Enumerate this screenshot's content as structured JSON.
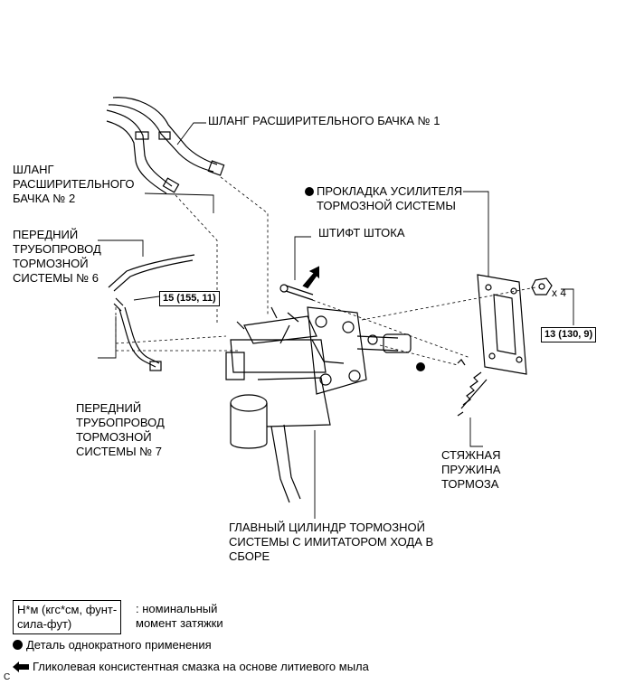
{
  "labels": {
    "hose1": "ШЛАНГ РАСШИРИТЕЛЬНОГО БАЧКА № 1",
    "hose2": "ШЛАНГ\nРАСШИРИТЕЛЬНОГО\nБАЧКА № 2",
    "gasket": "ПРОКЛАДКА УСИЛИТЕЛЯ\nТОРМОЗНОЙ СИСТЕМЫ",
    "pin": "ШТИФТ ШТОКА",
    "pipe6": "ПЕРЕДНИЙ\nТРУБОПРОВОД\nТОРМОЗНОЙ\nСИСТЕМЫ № 6",
    "pipe7": "ПЕРЕДНИЙ\nТРУБОПРОВОД\nТОРМОЗНОЙ\nСИСТЕМЫ № 7",
    "spring": "СТЯЖНАЯ\nПРУЖИНА\nТОРМОЗА",
    "cylinder": "ГЛАВНЫЙ ЦИЛИНДР ТОРМОЗНОЙ\nСИСТЕМЫ С ИМИТАТОРОМ ХОДА В\nСБОРЕ"
  },
  "torque": {
    "pipe": "15 (155, 11)",
    "nut": "13 (130, 9)",
    "count": "x 4"
  },
  "legend": {
    "unit_box": "Н*м (кгс*см, фунт-\nсила-фут)",
    "unit_desc": ": номинальный\nмомент затяжки",
    "nonreusable": "Деталь однократного применения",
    "grease": "Гликолевая консистентная смазка на основе литиевого мыла"
  },
  "corner_mark": "C",
  "colors": {
    "ink": "#000000",
    "paper": "#ffffff"
  }
}
